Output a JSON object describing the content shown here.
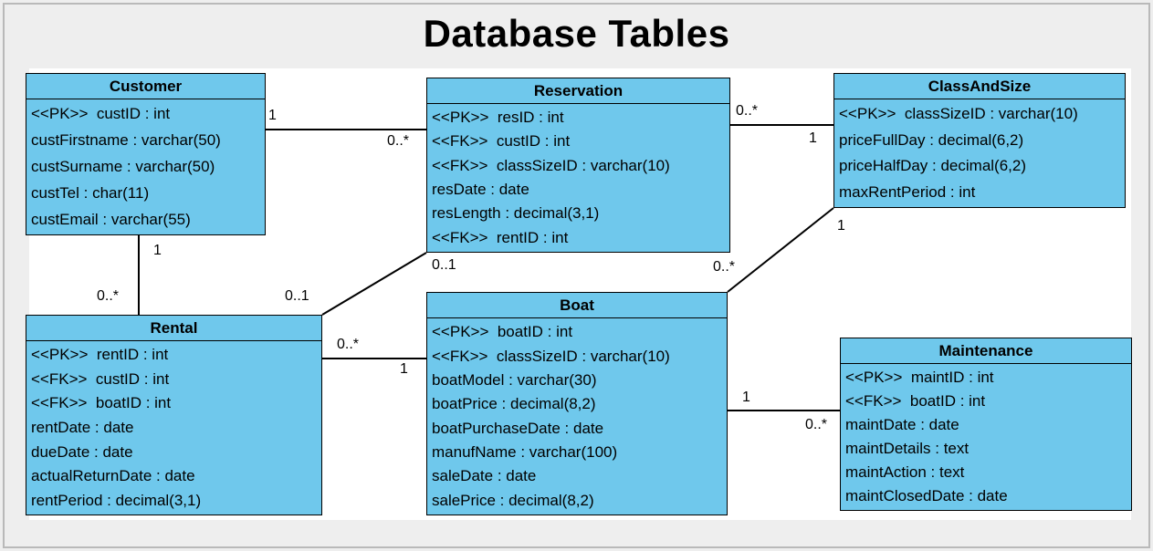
{
  "title": "Database Tables",
  "colors": {
    "canvas_bg": "#eeeeee",
    "drawing_bg": "#ffffff",
    "table_fill": "#6fc8ec",
    "table_border": "#000000",
    "line": "#000000",
    "frame_border": "#b9b9b9"
  },
  "tables": [
    {
      "name": "Customer",
      "fields": [
        "<<PK>>  custID : int",
        "custFirstname : varchar(50)",
        "custSurname : varchar(50)",
        "custTel : char(11)",
        "custEmail : varchar(55)"
      ]
    },
    {
      "name": "Reservation",
      "fields": [
        "<<PK>>  resID : int",
        "<<FK>>  custID : int",
        "<<FK>>  classSizeID : varchar(10)",
        "resDate : date",
        "resLength : decimal(3,1)",
        "<<FK>>  rentID : int"
      ]
    },
    {
      "name": "ClassAndSize",
      "fields": [
        "<<PK>>  classSizeID : varchar(10)",
        "priceFullDay : decimal(6,2)",
        "priceHalfDay : decimal(6,2)",
        "maxRentPeriod : int"
      ]
    },
    {
      "name": "Rental",
      "fields": [
        "<<PK>>  rentID : int",
        "<<FK>>  custID : int",
        "<<FK>>  boatID : int",
        "rentDate : date",
        "dueDate : date",
        "actualReturnDate : date",
        "rentPeriod : decimal(3,1)"
      ]
    },
    {
      "name": "Boat",
      "fields": [
        "<<PK>>  boatID : int",
        "<<FK>>  classSizeID : varchar(10)",
        "boatModel : varchar(30)",
        "boatPrice : decimal(8,2)",
        "boatPurchaseDate : date",
        "manufName : varchar(100)",
        "saleDate : date",
        "salePrice : decimal(8,2)"
      ]
    },
    {
      "name": "Maintenance",
      "fields": [
        "<<PK>>  maintID : int",
        "<<FK>>  boatID : int",
        "maintDate : date",
        "maintDetails : text",
        "maintAction : text",
        "maintClosedDate : date"
      ]
    }
  ],
  "relationships": [
    {
      "from": "Customer",
      "to": "Reservation",
      "from_card": "1",
      "to_card": "0..*"
    },
    {
      "from": "Reservation",
      "to": "ClassAndSize",
      "from_card": "0..*",
      "to_card": "1"
    },
    {
      "from": "Customer",
      "to": "Rental",
      "from_card": "1",
      "to_card": "0..*"
    },
    {
      "from": "Rental",
      "to": "Reservation",
      "from_card": "0..1",
      "to_card": "0..1"
    },
    {
      "from": "ClassAndSize",
      "to": "Boat",
      "from_card": "1",
      "to_card": "0..*"
    },
    {
      "from": "Rental",
      "to": "Boat",
      "from_card": "0..*",
      "to_card": "1"
    },
    {
      "from": "Boat",
      "to": "Maintenance",
      "from_card": "1",
      "to_card": "0..*"
    }
  ]
}
